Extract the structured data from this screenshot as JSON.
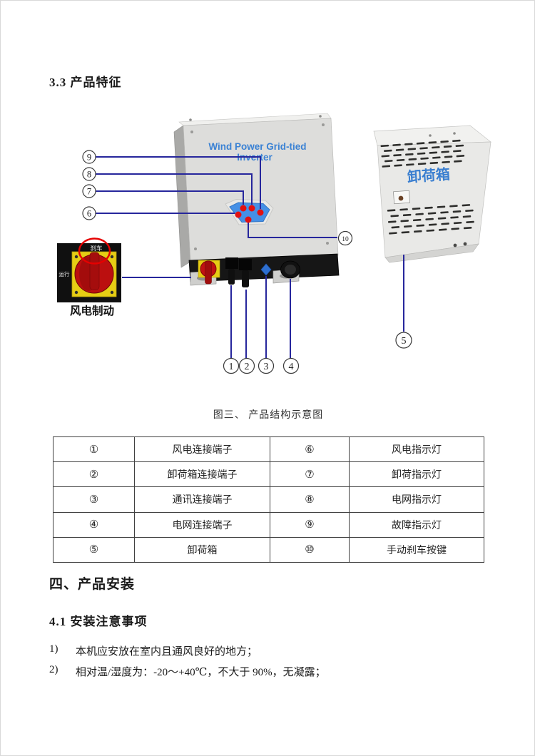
{
  "page": {
    "heading_33": "3.3 产品特征"
  },
  "figure": {
    "caption": "图三、 产品结构示意图",
    "inverter": {
      "title_line1": "Wind Power Grid-tied",
      "title_line2": "Inverter"
    },
    "unload_box": {
      "label": "卸荷箱"
    },
    "brake_switch": {
      "top_label": "刹车",
      "side_label": "运行",
      "caption": "风电制动"
    },
    "callouts": {
      "c1": "1",
      "c2": "2",
      "c3": "3",
      "c4": "4",
      "c5": "5",
      "c6": "6",
      "c7": "7",
      "c8": "8",
      "c9": "9",
      "c10": "10"
    }
  },
  "table": {
    "rows": [
      {
        "n1": "①",
        "d1": "风电连接端子",
        "n2": "⑥",
        "d2": "风电指示灯"
      },
      {
        "n1": "②",
        "d1": "卸荷箱连接端子",
        "n2": "⑦",
        "d2": "卸荷指示灯"
      },
      {
        "n1": "③",
        "d1": "通讯连接端子",
        "n2": "⑧",
        "d2": "电网指示灯"
      },
      {
        "n1": "④",
        "d1": "电网连接端子",
        "n2": "⑨",
        "d2": "故障指示灯"
      },
      {
        "n1": "⑤",
        "d1": "卸荷箱",
        "n2": "⑩",
        "d2": "手动刹车按键"
      }
    ]
  },
  "sections": {
    "heading_4": "四、产品安装",
    "heading_41": "4.1 安装注意事项",
    "notes": [
      {
        "num": "1)",
        "text": "本机应安放在室内且通风良好的地方；"
      },
      {
        "num": "2)",
        "text": "相对温/湿度为：-20～+40℃，不大于 90%，无凝露；"
      }
    ]
  },
  "colors": {
    "callout_line": "#26269c",
    "display_blue": "#4590e6",
    "indicator_red": "#e21111",
    "brand_blue": "#3b82d4",
    "switch_yellow": "#e6cd14",
    "switch_red": "#bb0f0f"
  }
}
